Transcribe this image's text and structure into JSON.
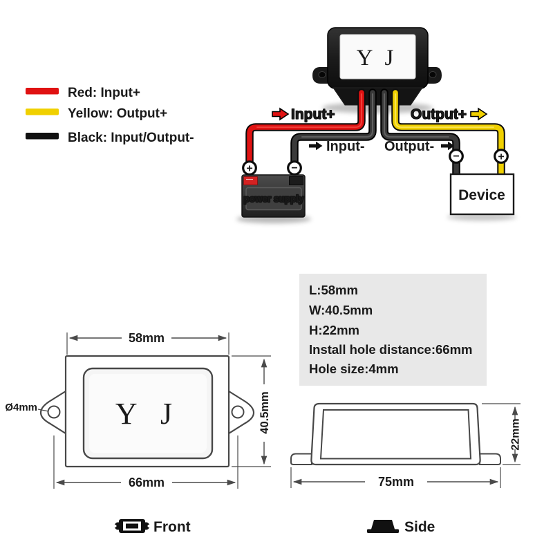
{
  "colors": {
    "red": "#e01212",
    "yellow": "#f0d000",
    "black": "#111111",
    "wire_black": "#3a3a3a",
    "line": "#4a4a4a",
    "specs_bg": "#e8e8e8"
  },
  "legend": {
    "items": [
      {
        "label": "Red: Input+"
      },
      {
        "label": "Yellow: Output+"
      },
      {
        "label": "Black: Input/Output-"
      }
    ]
  },
  "module": {
    "brand": "Y J"
  },
  "wiring": {
    "input_plus": "Input+",
    "output_plus": "Output+",
    "input_minus": "Input-",
    "output_minus": "Output-",
    "plus": "+",
    "minus": "−",
    "power_supply": "power supply",
    "device": "Device"
  },
  "specs": {
    "lines": [
      "L:58mm",
      "W:40.5mm",
      "H:22mm",
      "Install hole distance:66mm",
      "Hole size:4mm"
    ]
  },
  "front_view": {
    "brand": "Y J",
    "top_width": "58mm",
    "hole_distance": "66mm",
    "height": "40.5mm",
    "hole_size": "Ø4mm",
    "caption": "Front"
  },
  "side_view": {
    "width": "75mm",
    "height": "22mm",
    "caption": "Side"
  }
}
